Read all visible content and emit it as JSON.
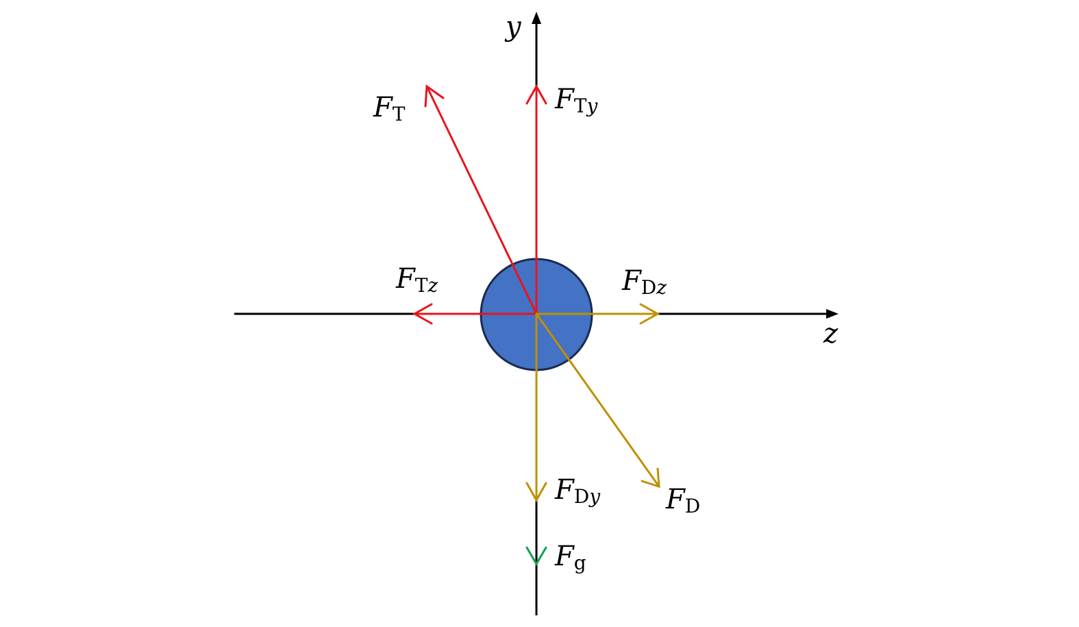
{
  "colors": {
    "thrust": "#E8141C",
    "drag": "#BF9000",
    "gravity": "#14A050",
    "body": "#4472C4",
    "body_stroke": "#1B2A4E",
    "axis": "#000000"
  },
  "axes": {
    "y_label": "y",
    "z_label": "z"
  },
  "forces": {
    "FT": {
      "main": "F",
      "sub": "T",
      "sub2": ""
    },
    "FTy": {
      "main": "F",
      "sub": "T",
      "sub2": "y"
    },
    "FTz": {
      "main": "F",
      "sub": "T",
      "sub2": "z"
    },
    "FDz": {
      "main": "F",
      "sub": "D",
      "sub2": "z"
    },
    "FD": {
      "main": "F",
      "sub": "D",
      "sub2": ""
    },
    "FDy": {
      "main": "F",
      "sub": "D",
      "sub2": "y"
    },
    "Fg": {
      "main": "F",
      "sub": "g",
      "sub2": ""
    }
  }
}
